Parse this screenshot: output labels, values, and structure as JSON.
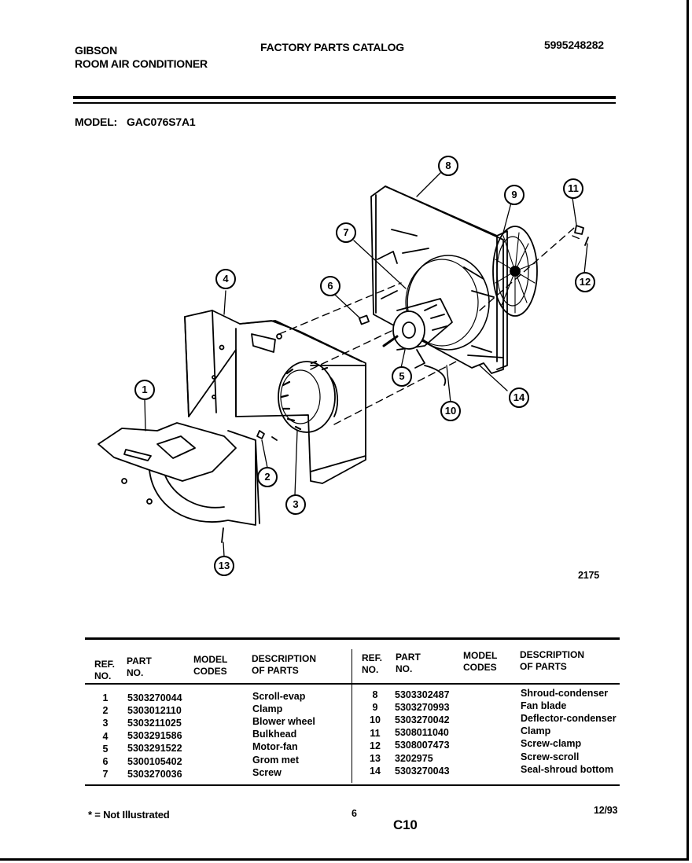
{
  "header": {
    "brand": "GIBSON",
    "product": "ROOM AIR CONDITIONER",
    "catalog_title": "FACTORY PARTS CATALOG",
    "catalog_number": "5995248282",
    "model_label": "MODEL:",
    "model_value": "GAC076S7A1"
  },
  "diagram": {
    "figure_number": "2175",
    "callouts": [
      "1",
      "2",
      "3",
      "4",
      "5",
      "6",
      "7",
      "8",
      "9",
      "10",
      "11",
      "12",
      "13",
      "14"
    ]
  },
  "parts_table": {
    "columns": {
      "ref_no": "REF.\nNO.",
      "part_no": "PART\nNO.",
      "model_codes": "MODEL\nCODES",
      "description": "DESCRIPTION\nOF PARTS"
    },
    "left_rows": [
      {
        "ref": "1",
        "part": "5303270044",
        "codes": "",
        "desc": "Scroll-evap"
      },
      {
        "ref": "2",
        "part": "5303012110",
        "codes": "",
        "desc": "Clamp"
      },
      {
        "ref": "3",
        "part": "5303211025",
        "codes": "",
        "desc": "Blower wheel"
      },
      {
        "ref": "4",
        "part": "5303291586",
        "codes": "",
        "desc": "Bulkhead"
      },
      {
        "ref": "5",
        "part": "5303291522",
        "codes": "",
        "desc": "Motor-fan"
      },
      {
        "ref": "6",
        "part": "5300105402",
        "codes": "",
        "desc": "Grom met"
      },
      {
        "ref": "7",
        "part": "5303270036",
        "codes": "",
        "desc": "Screw"
      }
    ],
    "right_rows": [
      {
        "ref": "8",
        "part": "5303302487",
        "codes": "",
        "desc": "Shroud-condenser"
      },
      {
        "ref": "9",
        "part": "5303270993",
        "codes": "",
        "desc": "Fan blade"
      },
      {
        "ref": "10",
        "part": "5303270042",
        "codes": "",
        "desc": "Deflector-condenser"
      },
      {
        "ref": "11",
        "part": "5308011040",
        "codes": "",
        "desc": "Clamp"
      },
      {
        "ref": "12",
        "part": "5308007473",
        "codes": "",
        "desc": "Screw-clamp"
      },
      {
        "ref": "13",
        "part": "3202975",
        "codes": "",
        "desc": "Screw-scroll"
      },
      {
        "ref": "14",
        "part": "5303270043",
        "codes": "",
        "desc": "Seal-shroud bottom"
      }
    ]
  },
  "footer": {
    "note": "* = Not Illustrated",
    "page_number": "6",
    "section_code": "C10",
    "date": "12/93"
  }
}
